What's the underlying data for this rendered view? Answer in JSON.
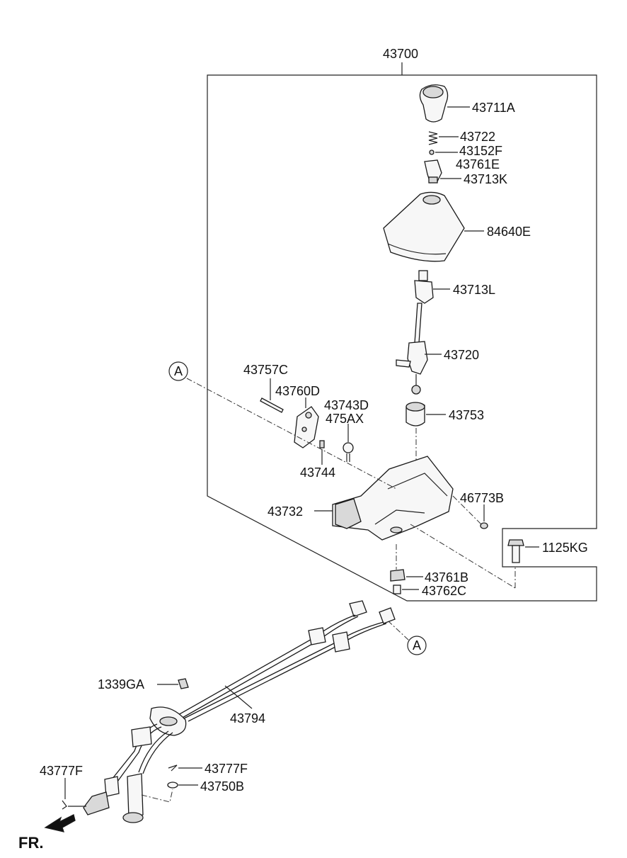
{
  "diagram": {
    "assembly_label": "43700",
    "fr_label": "FR.",
    "ref_marker": "A",
    "parts": {
      "p43711A": "43711A",
      "p43722": "43722",
      "p43152F": "43152F",
      "p43761E": "43761E",
      "p43713K": "43713K",
      "p84640E": "84640E",
      "p43713L": "43713L",
      "p43720": "43720",
      "p43757C": "43757C",
      "p43760D": "43760D",
      "p43743D": "43743D",
      "p475AX": "475AX",
      "p43753": "43753",
      "p43744": "43744",
      "p46773B": "46773B",
      "p43732": "43732",
      "p1125KG": "1125KG",
      "p43761B": "43761B",
      "p43762C": "43762C",
      "p1339GA": "1339GA",
      "p43794": "43794",
      "p43777F_left": "43777F",
      "p43777F_right": "43777F",
      "p43750B": "43750B"
    }
  }
}
